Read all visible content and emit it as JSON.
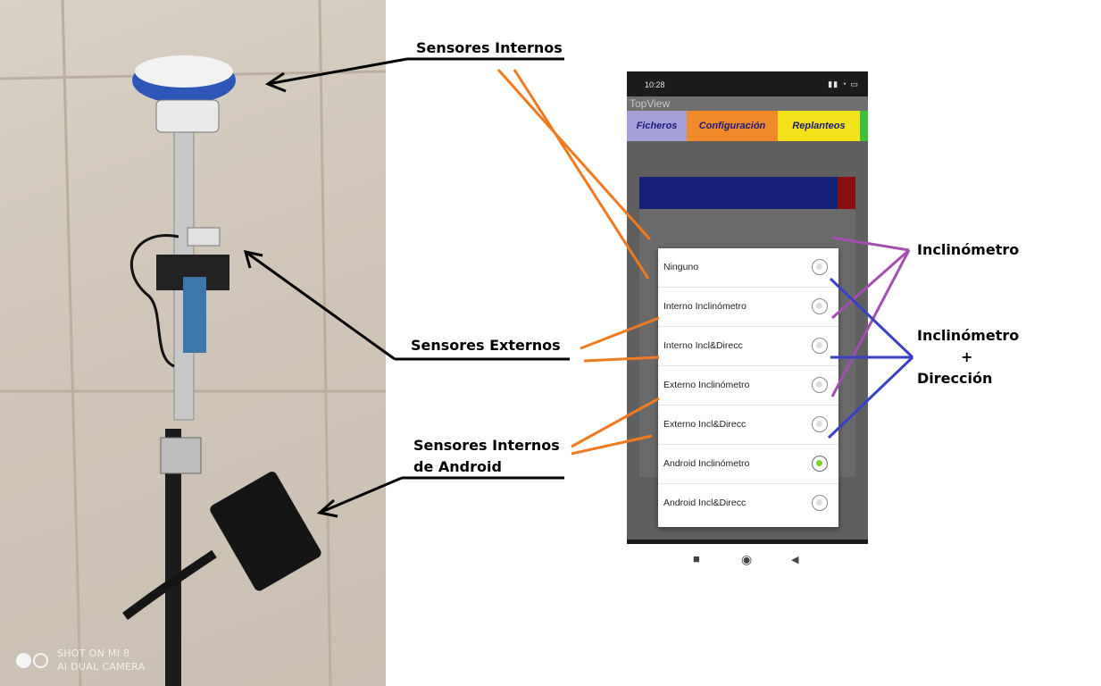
{
  "watermark": {
    "line1": "SHOT ON MI 8",
    "line2": "AI DUAL CAMERA"
  },
  "annotations": {
    "sensores_internos": "Sensores Internos",
    "sensores_externos": "Sensores Externos",
    "sensores_android_line1": "Sensores Internos",
    "sensores_android_line2": "de Android",
    "inclinometro": "Inclinómetro",
    "inclinometro_dir_line1": "Inclinómetro",
    "inclinometro_dir_line2": "+",
    "inclinometro_dir_line3": "Dirección"
  },
  "phone": {
    "status_time": "10:28",
    "app_title": "TopView",
    "tabs": [
      {
        "label": "Ficheros",
        "color": "#a6a0d8"
      },
      {
        "label": "Configuración",
        "color": "#f0892a"
      },
      {
        "label": "Replanteos",
        "color": "#f2e21a"
      }
    ],
    "options": [
      {
        "label": "Ninguno",
        "selected": false
      },
      {
        "label": "Interno Inclinómetro",
        "selected": false
      },
      {
        "label": "Interno Incl&Direcc",
        "selected": false
      },
      {
        "label": "Externo Inclinómetro",
        "selected": false
      },
      {
        "label": "Externo Incl&Direcc",
        "selected": false
      },
      {
        "label": "Android Inclinómetro",
        "selected": true
      },
      {
        "label": "Android Incl&Direcc",
        "selected": false
      }
    ],
    "nav": {
      "recents": "■",
      "home": "◉",
      "back": "◀"
    }
  },
  "colors": {
    "internal_lines": "#f07a20",
    "inclinometer_lines": "#a24fb0",
    "direction_lines": "#3a3fc4"
  }
}
